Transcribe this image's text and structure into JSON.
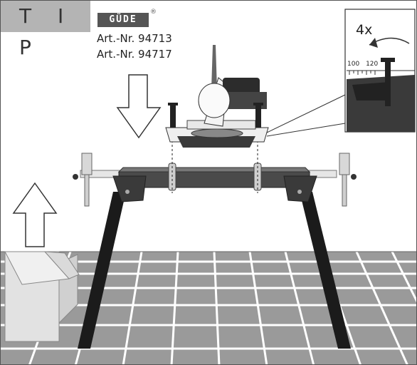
{
  "header": {
    "tip_label": "T I P",
    "logo_text": "GÜDE",
    "registered_mark": "®",
    "article_numbers": [
      "Art.-Nr. 94713",
      "Art.-Nr. 94717"
    ]
  },
  "inset": {
    "count_label": "4x",
    "scale_labels": [
      "100",
      "120"
    ]
  },
  "colors": {
    "tab_bg": "#b4b4b4",
    "logo_bg": "#555555",
    "floor_tile": "#8e8e8e",
    "frame_dark": "#3a3a3a",
    "leg": "#1b1b1b"
  }
}
